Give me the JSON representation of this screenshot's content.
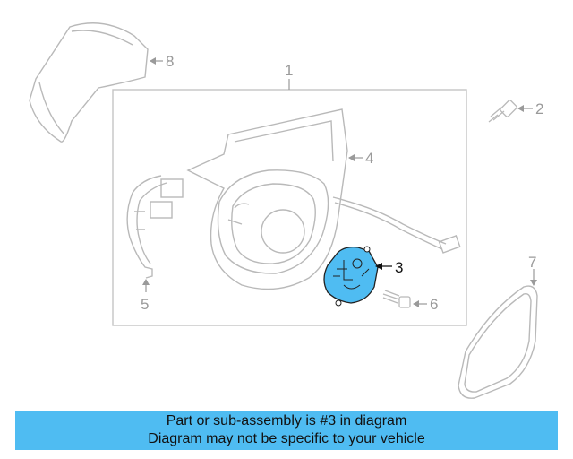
{
  "callouts": {
    "c1": "1",
    "c2": "2",
    "c3": "3",
    "c4": "4",
    "c5": "5",
    "c6": "6",
    "c7": "7",
    "c8": "8"
  },
  "banner": {
    "line1": "Part or sub-assembly is #3 in diagram",
    "line2": "Diagram may not be specific to your vehicle"
  },
  "colors": {
    "highlight": "#4fbcf2",
    "part_outline": "#b9b9b9",
    "banner_bg": "#4fbcf2"
  }
}
